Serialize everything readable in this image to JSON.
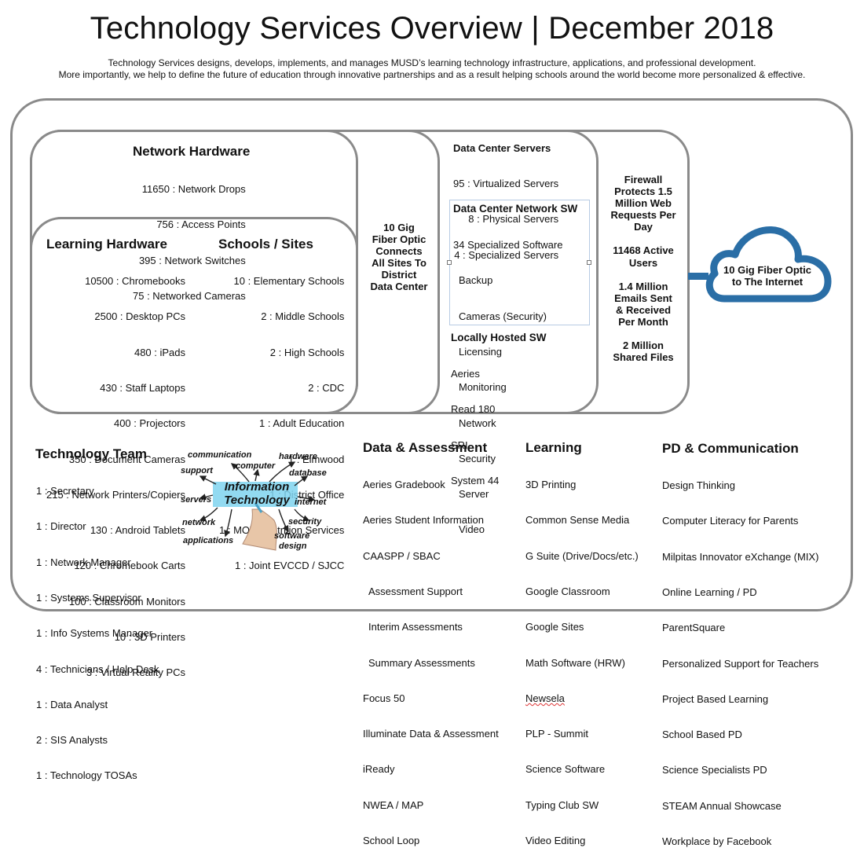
{
  "header": {
    "title": "Technology Services Overview | December 2018",
    "line1": "Technology Services designs, develops, implements, and manages MUSD’s learning technology infrastructure, applications, and professional development.",
    "line2": "More importantly, we help to define the future of education through innovative partnerships and as a result helping schools around the world become more personalized & effective."
  },
  "network_hardware": {
    "title": "Network Hardware",
    "items": [
      "11650 : Network Drops",
      "756 : Access Points",
      "395 : Network Switches",
      "75 : Networked Cameras"
    ]
  },
  "learning_hardware": {
    "title": "Learning Hardware",
    "items": [
      "10500 : Chromebooks",
      "2500 : Desktop PCs",
      "480 : iPads",
      "430 : Staff Laptops",
      "400 : Projectors",
      "350 : Document Cameras",
      "215 : Network Printers/Copiers",
      "130 : Android Tablets",
      "120 : Chromebook Carts",
      "100 : Classroom Monitors",
      "10 : 3D Printers",
      "3 : Virtual Reality PCs"
    ]
  },
  "schools_sites": {
    "title": "Schools / Sites",
    "items": [
      "10 : Elementary Schools",
      "2 : Middle Schools",
      "2 : High Schools",
      "2 : CDC",
      "1 : Adult Education",
      "1 : Elmwood",
      "1 : District Office",
      "1 : MOT / Nutrition Services",
      "1 : Joint EVCCD / SJCC"
    ]
  },
  "fiber": {
    "lines": [
      "10 Gig",
      "Fiber Optic",
      "Connects",
      "All Sites To",
      "District",
      "Data Center"
    ]
  },
  "data_center_servers": {
    "title": "Data Center Servers",
    "items": [
      "95 : Virtualized Servers",
      "8 : Physical Servers",
      "4 : Specialized Servers"
    ]
  },
  "data_center_network_sw": {
    "title": "Data Center Network SW",
    "count": "34 Specialized Software",
    "items": [
      "Backup",
      "Cameras (Security)",
      "Licensing",
      "Monitoring",
      "Network",
      "Security",
      "Server",
      "Video"
    ]
  },
  "locally_hosted_sw": {
    "title": "Locally Hosted SW",
    "items": [
      "Aeries",
      "Read 180",
      "SRI",
      "System 44"
    ]
  },
  "firewall": {
    "blocks": [
      [
        "Firewall",
        "Protects 1.5",
        "Million Web",
        "Requests Per",
        "Day"
      ],
      [
        "11468 Active",
        "Users"
      ],
      [
        "1.4 Million",
        "Emails Sent",
        "& Received",
        "Per Month"
      ],
      [
        "2 Million",
        "Shared Files"
      ]
    ]
  },
  "cloud": {
    "lines": [
      "10 Gig Fiber Optic",
      "to The Internet"
    ],
    "color": "#2a6ea6"
  },
  "technology_team": {
    "title": "Technology Team",
    "items": [
      "1 : Secretary",
      "1 : Director",
      "1 : Network Manager",
      "1 : Systems Supervisor",
      "1 : Info Systems Manager",
      "4 : Technicians / Help Desk",
      "1 : Data Analyst",
      "2 : SIS Analysts",
      "1 : Technology TOSAs"
    ]
  },
  "it_graphic": {
    "center": [
      "Information",
      "Technology"
    ],
    "words": [
      "communication",
      "computer",
      "hardware",
      "support",
      "database",
      "servers",
      "internet",
      "network",
      "security",
      "applications",
      "software",
      "design"
    ]
  },
  "data_assessment": {
    "title": "Data & Assessment",
    "items": [
      "Aeries Gradebook",
      "Aeries Student Information",
      "CAASPP / SBAC",
      "Assessment Support",
      "Interim Assessments",
      "Summary Assessments",
      "Focus 50",
      "Illuminate Data & Assessment",
      "iReady",
      "NWEA / MAP",
      "School Loop"
    ]
  },
  "learning": {
    "title": "Learning",
    "items": [
      "3D Printing",
      "Common Sense Media",
      "G Suite (Drive/Docs/etc.)",
      "Google Classroom",
      "Google Sites",
      "Math Software (HRW)",
      "Newsela",
      "PLP - Summit",
      "Science Software",
      "Typing Club SW",
      "Video Editing"
    ]
  },
  "pd_communication": {
    "title": "PD & Communication",
    "items": [
      "Design Thinking",
      "Computer Literacy for Parents",
      "Milpitas Innovator eXchange (MIX)",
      "Online Learning / PD",
      "ParentSquare",
      "Personalized Support for Teachers",
      "Project Based Learning",
      "School Based PD",
      "Science Specialists PD",
      "STEAM Annual Showcase",
      "Workplace by Facebook"
    ]
  }
}
